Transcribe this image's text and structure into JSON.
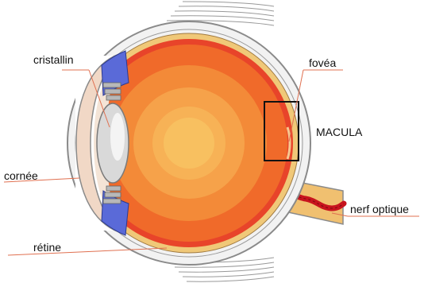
{
  "labels": {
    "cristallin": "cristallin",
    "fovea": "fovéa",
    "macula": "MACULA",
    "cornee": "cornée",
    "nerf_optique": "nerf optique",
    "retine": "rétine"
  },
  "colors": {
    "sclera_outline": "#8a8a8a",
    "sclera_fill": "#f2f2f2",
    "choroid": "#f0c878",
    "retina_ring": "#e8442a",
    "vitreous_outer": "#f06a2a",
    "vitreous_mid": "#f6a24a",
    "vitreous_inner": "#f8c060",
    "iris_blue": "#5a6ad8",
    "cornea": "#f1d8c6",
    "lens": "#d9d9d9",
    "nerve_sheath": "#f0c070",
    "blood_vessel": "#c8141e",
    "leader_line": "#e07050"
  }
}
